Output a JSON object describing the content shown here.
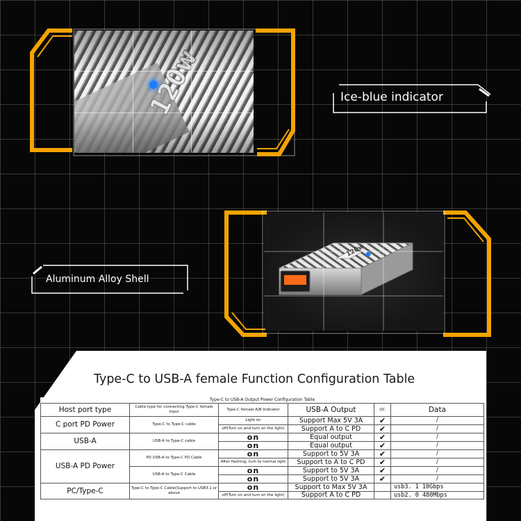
{
  "closeup": {
    "capacity_marking": "120w"
  },
  "callouts": {
    "indicator": "Ice-blue indicator",
    "shell": "Aluminum Alloy Shell"
  },
  "product": {
    "capacity_marking": "120w"
  },
  "colors": {
    "accent_orange": "#f5a300",
    "indicator_blue": "#1d7fff",
    "background": "#070707"
  },
  "table": {
    "title": "Type-C to USB-A female Function Configuration Table",
    "caption": "Type-C to USB-A Output Power Configuration Table",
    "headers": {
      "host": "Host port type",
      "cable": "Cable type for connecting Type-C female input",
      "indicator": "Type-C female A/B Indicator",
      "output": "USB-A Output",
      "qc": "QC",
      "data": "Data"
    },
    "rows": [
      {
        "host": "C port PD Power",
        "cable": "Type-C to Type-C cable",
        "indicator": "Light on",
        "output": "Support Max 5V 3A",
        "qc": "✔",
        "data": "/"
      },
      {
        "indicator": "off(Turn on and turn on the light)",
        "output": "Support A to C PD",
        "qc": "✔",
        "data": "/"
      },
      {
        "host": "USB-A",
        "cable": "USB-A to Type-C cable",
        "indicator": "on",
        "output": "Equal output",
        "qc": "✔",
        "data": "/"
      },
      {
        "indicator": "on",
        "output": "Equal output",
        "qc": "✔",
        "data": "/"
      },
      {
        "host": "USB-A PD Power",
        "cable": "PD USB-A to Type-C PD Cable",
        "indicator": "on",
        "output": "Support to 5V 3A",
        "qc": "✔",
        "data": "/"
      },
      {
        "indicator": "After flashing, turn to normal light",
        "output": "Support to A to C PD",
        "qc": "✔",
        "data": "/"
      },
      {
        "cable": "USB-A to Type-C Cable",
        "indicator": "on",
        "output": "Support to 5V 3A",
        "qc": "✔",
        "data": "/"
      },
      {
        "indicator": "on",
        "output": "Support to 5V 3A",
        "qc": "✔",
        "data": "/"
      },
      {
        "host": "PC/Type-C",
        "cable": "Type-C to Type-C Cable(Support to USB3.1 or above",
        "indicator": "on",
        "output": "Support to Max 5V 3A",
        "qc": "",
        "data": "usb3. 1 10Gbps"
      },
      {
        "indicator": "off(Turn on and turn on the light)",
        "output": "Support A to C PD",
        "qc": "",
        "data": "usb2. 0 480Mbps"
      }
    ]
  }
}
